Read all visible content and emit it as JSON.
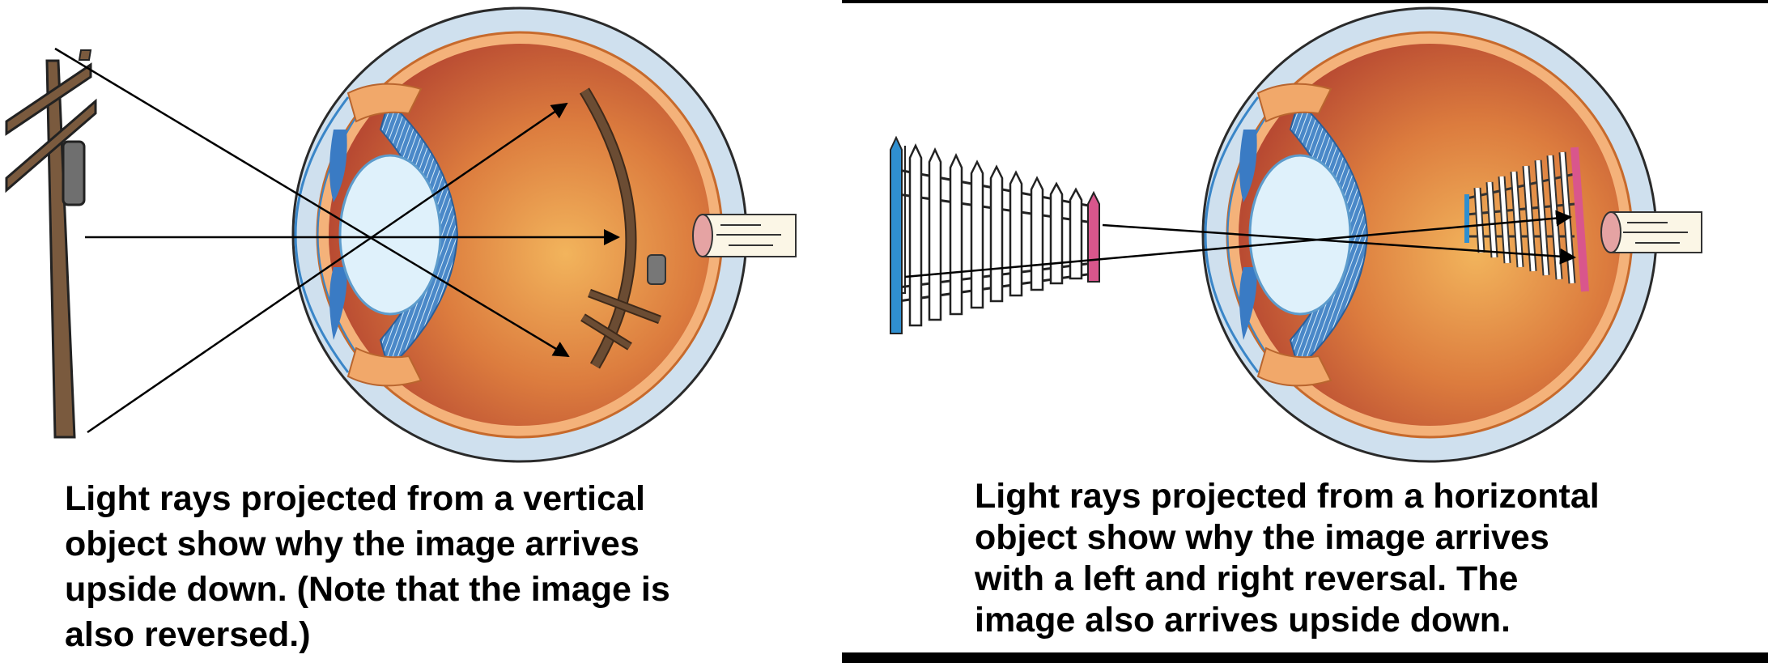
{
  "panels": [
    {
      "caption": "Light rays projected from a vertical\nobject show why the image arrives\nupside down. (Note that the image is\nalso reversed.)",
      "object": "utility-pole",
      "colors": {
        "pole": "#7a5a3e",
        "image": "#6b4c33",
        "eye_interior": "#d9793f",
        "sclera": "#cfe0ee",
        "lens": "#dff1fb",
        "ciliary": "#3f7ec2"
      }
    },
    {
      "caption": "Light rays projected from a horizontal\nobject show why the image arrives\nwith a left and right reversal. The\nimage also arrives upside down.",
      "object": "picket-fence",
      "colors": {
        "left_post": "#2f8fd0",
        "right_post": "#d9568c",
        "eye_interior": "#d9793f",
        "sclera": "#cfe0ee",
        "lens": "#dff1fb",
        "ciliary": "#3f7ec2"
      }
    }
  ]
}
